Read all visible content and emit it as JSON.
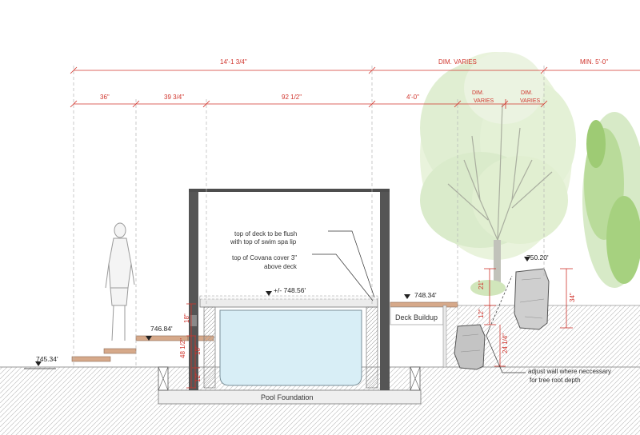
{
  "dimensions": {
    "overall_width": "14'-1 3/4\"",
    "dim_varies_top": "DIM. VARIES",
    "min_width": "MIN. 5'-0\"",
    "seg_36": "36\"",
    "seg_39": "39 3/4\"",
    "seg_92": "92 1/2\"",
    "seg_4ft": "4'-0\"",
    "dim_varies_1a": "DIM.",
    "dim_varies_1b": "VARIES",
    "dim_varies_2a": "DIM.",
    "dim_varies_2b": "VARIES",
    "v_21": "21\"",
    "v_34": "34\"",
    "v_12_right": "12\"",
    "v_24": "24 1/4\"",
    "v_18_top": "18\"",
    "v_48": "48 1/2\"",
    "v_18_mid": "18\"",
    "v_12_bottom": "12\""
  },
  "annotations": {
    "deck_flush_line1": "top of deck to be flush",
    "deck_flush_line2": "with top of swim spa lip",
    "cover_line1": "top of Covana cover 3\"",
    "cover_line2": "above deck",
    "wall_note_line1": "adjust wall where neccessary",
    "wall_note_line2": "for tree root depth"
  },
  "elevations": {
    "grade_left": "745.34'",
    "step_top": "746.84'",
    "cover_top": "+/- 748.56'",
    "deck_right": "748.34'",
    "upper_grade": "750.20'"
  },
  "labels": {
    "deck_buildup": "Deck Buildup",
    "pool_foundation": "Pool Foundation"
  },
  "colors": {
    "dimension_red": "#d0342c",
    "wall_gray": "#555555",
    "water_blue": "#d8eef6",
    "tree_green": "#9cc96f"
  }
}
